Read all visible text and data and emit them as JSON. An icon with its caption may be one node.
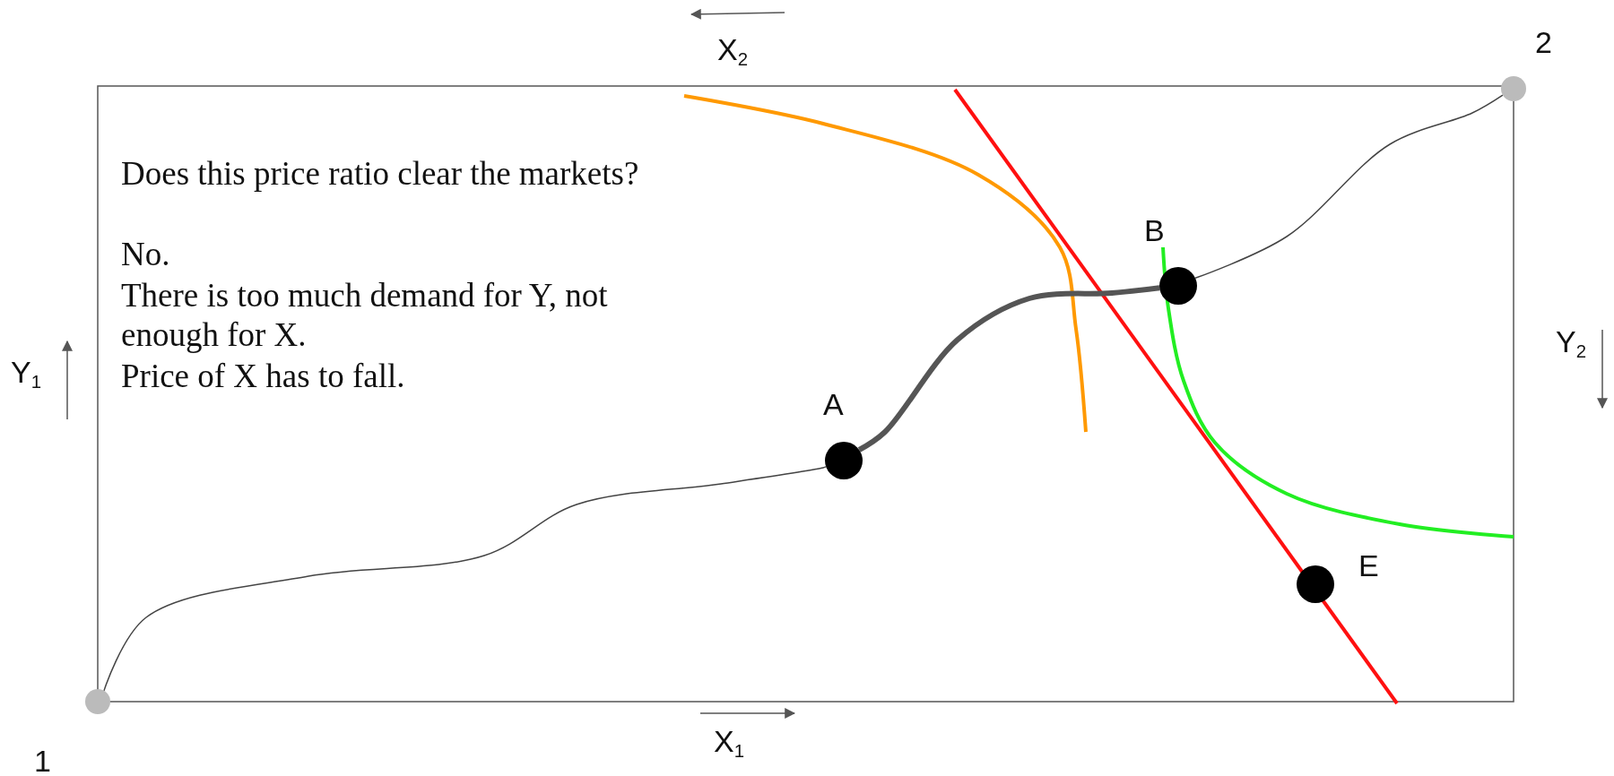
{
  "diagram": {
    "nodes": [
      {
        "text": [],
        "shape": "circle",
        "beside": [
          "1"
        ]
      },
      {
        "text": [],
        "shape": "circle",
        "beside": [
          "2"
        ]
      },
      {
        "text": [],
        "shape": "circle",
        "beside": [
          "A"
        ]
      },
      {
        "text": [],
        "shape": "circle",
        "beside": [
          "B"
        ]
      },
      {
        "text": [],
        "shape": "circle",
        "beside": [
          "E"
        ]
      }
    ],
    "edges": [
      {
        "from": 0,
        "to": 2,
        "arrow": "none"
      },
      {
        "from": 2,
        "to": 3,
        "arrow": "none",
        "style": "thick"
      },
      {
        "from": 3,
        "to": 1,
        "arrow": "none"
      }
    ],
    "labels": [
      "X$_{2}$",
      "Does this price ratio clear the markets?",
      "No.",
      "There is too much demand for Y, not enough for X.",
      "Price of X has to fall.",
      "Y$_{1}$",
      "Y$_{2}$",
      "X$_{1}$"
    ]
  }
}
